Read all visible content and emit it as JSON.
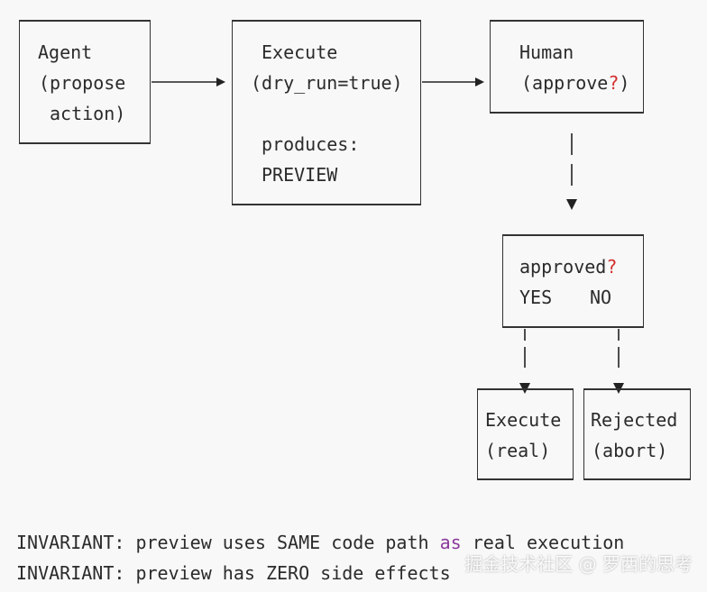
{
  "agent_box": {
    "line1": "Agent",
    "line2": "(propose",
    "line3": "action)"
  },
  "execute_box": {
    "line1": "Execute",
    "line2": "(dry_run=true)",
    "line3": "produces:",
    "line4": "PREVIEW"
  },
  "human_box": {
    "line1": "Human",
    "line2_pre": "(approve",
    "line2_q": "?",
    "line2_post": ")"
  },
  "decision_box": {
    "line1_pre": "approved",
    "line1_q": "?",
    "line2_yes": "YES",
    "line2_no": "NO"
  },
  "real_box": {
    "line1": "Execute",
    "line2": "(real)"
  },
  "rejected_box": {
    "line1": "Rejected",
    "line2": "(abort)"
  },
  "footer": {
    "line1_pre": "INVARIANT: preview uses SAME code path ",
    "line1_kw": "as",
    "line1_post": " real execution",
    "line2": "INVARIANT: preview has ZERO side effects"
  },
  "watermark": "掘金技术社区 @ 罗西的思考",
  "colors": {
    "question_mark": "#d32f2f",
    "keyword": "#8b3a9b",
    "background": "#f8f8f8"
  }
}
